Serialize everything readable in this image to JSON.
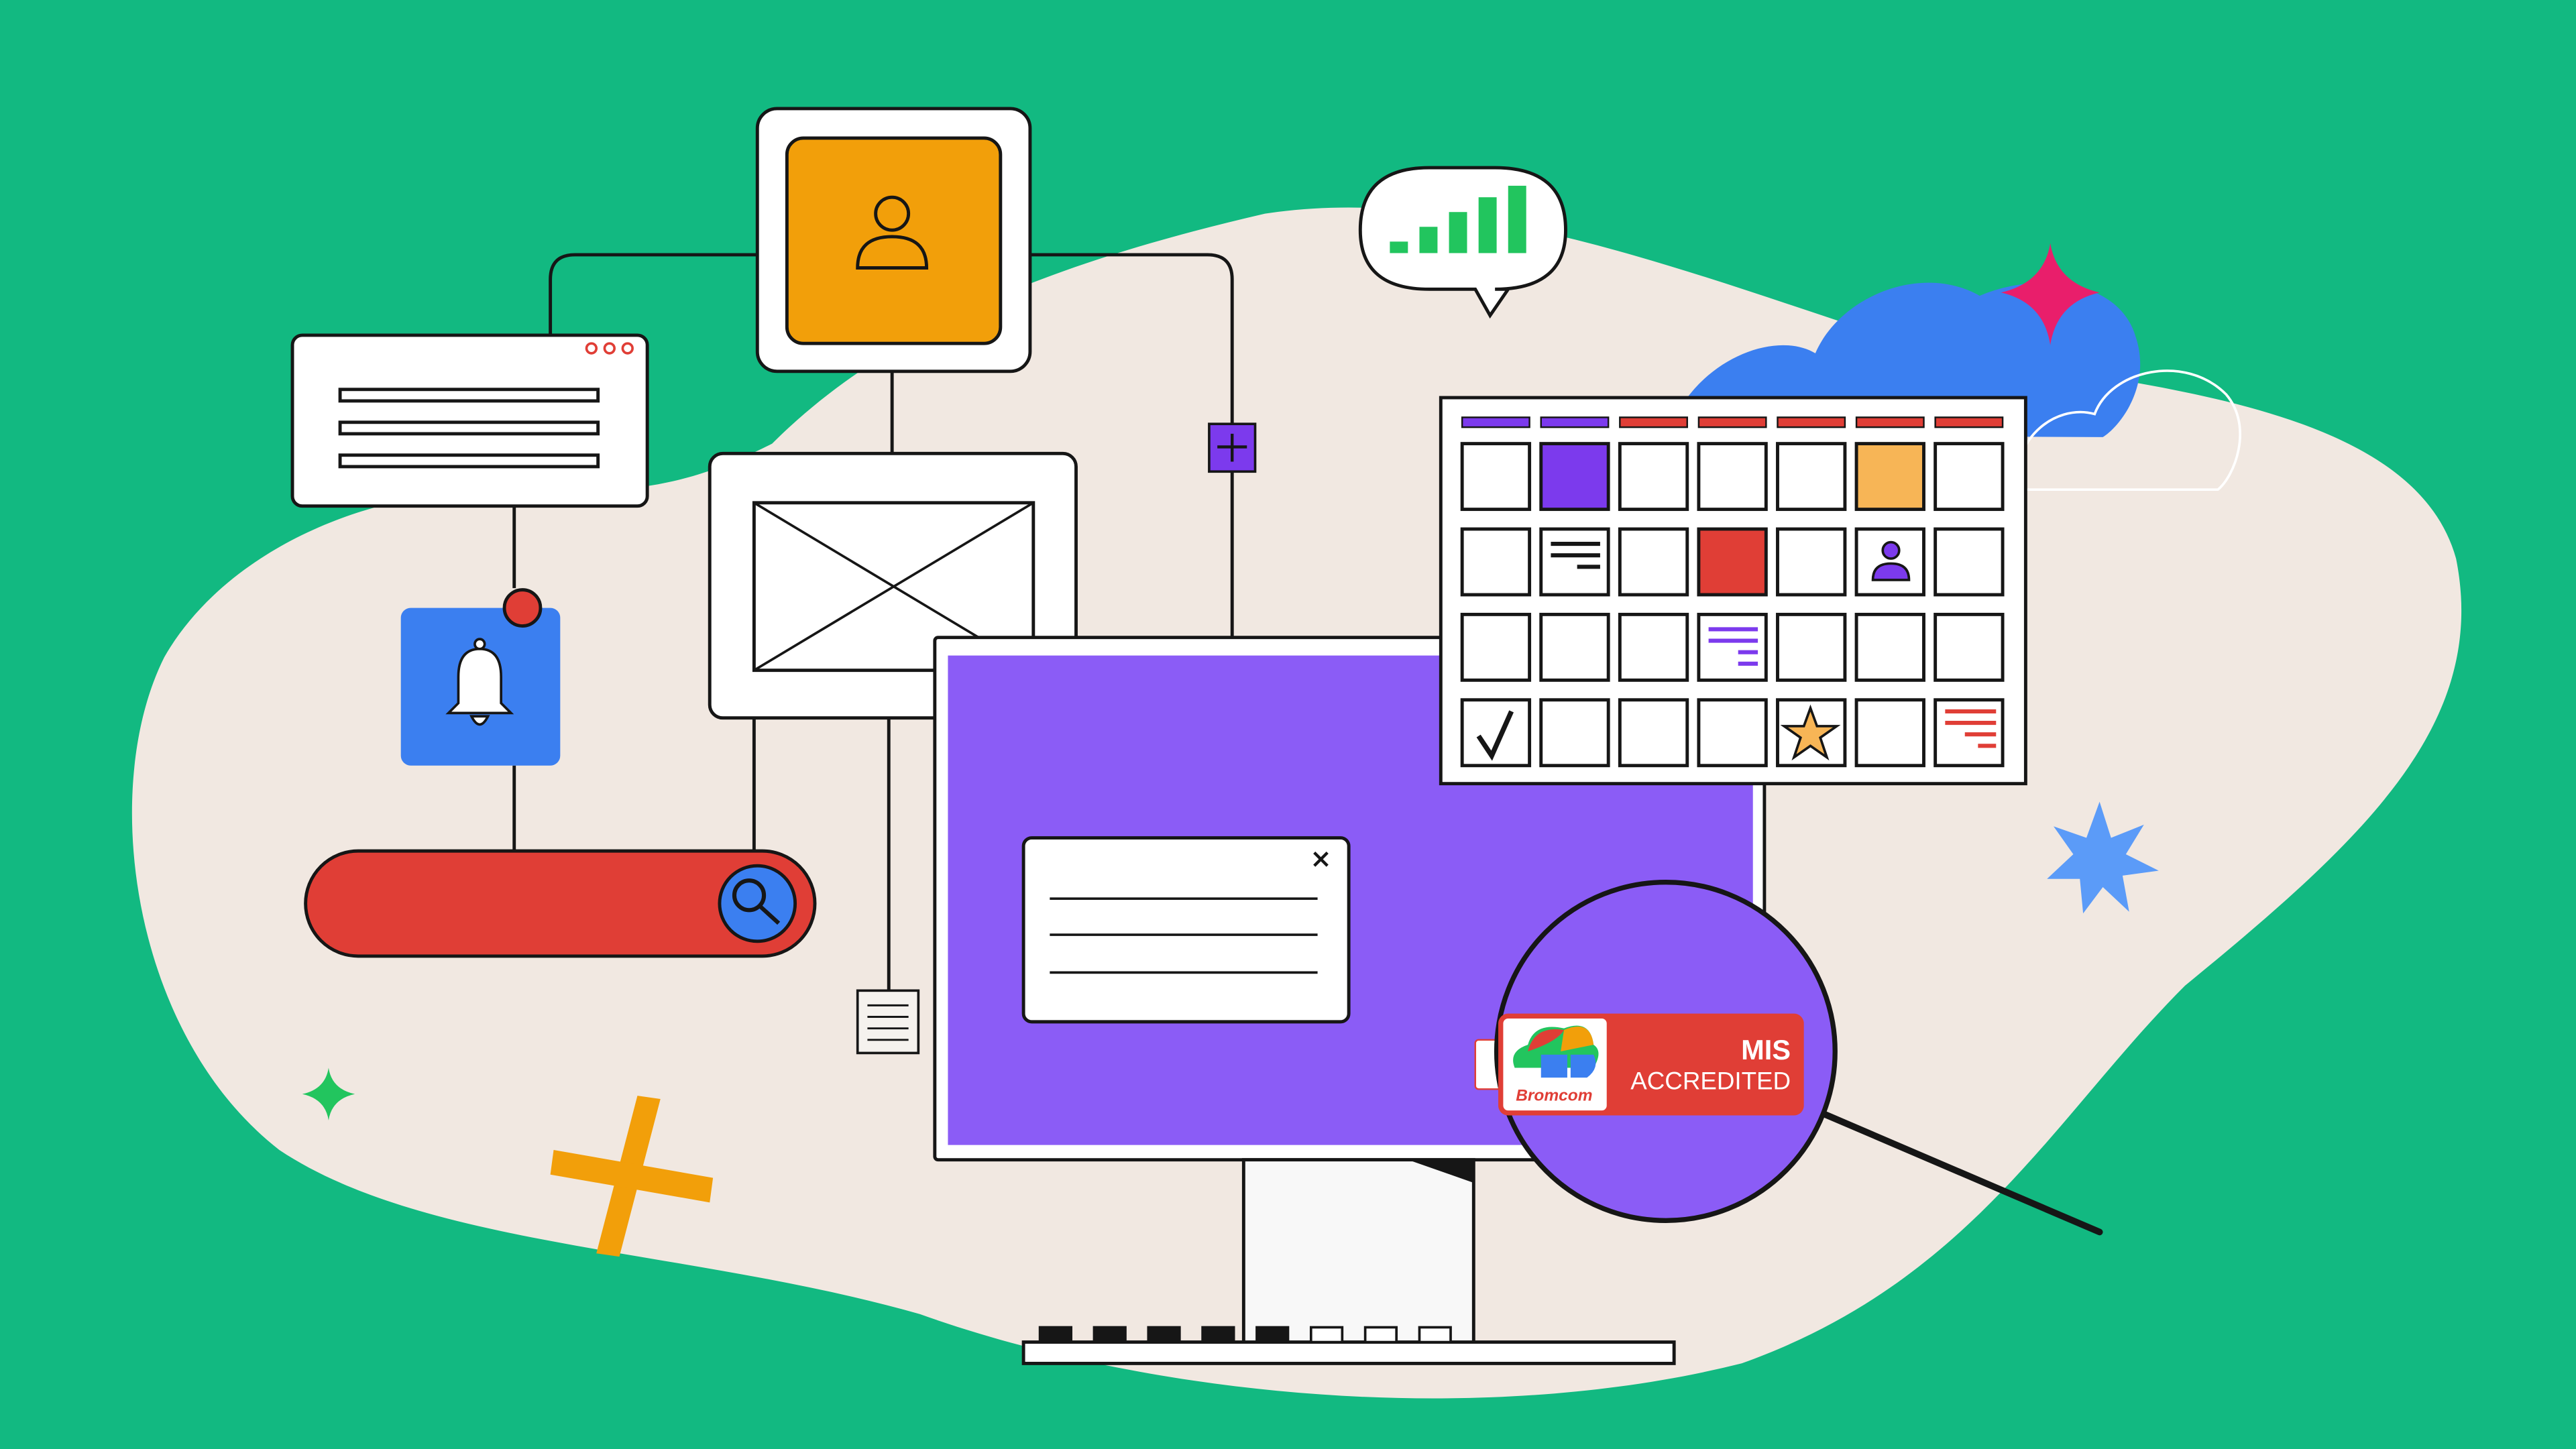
{
  "badge": {
    "brand": "Bromcom",
    "line1": "MIS",
    "line2": "ACCREDITED"
  },
  "colors": {
    "background": "#12b981",
    "blob": "#f1e8e1",
    "purple": "#8b5cf6",
    "orange": "#f29f0a",
    "red": "#e03e36",
    "blue": "#3b7ff0",
    "ink": "#161616"
  },
  "icons": [
    "user-icon",
    "bell-icon",
    "search-icon",
    "close-icon",
    "plus-icon",
    "signal-bars-icon",
    "star-icon",
    "check-icon",
    "sparkle-icon",
    "cloud-icon",
    "magnifier-icon",
    "document-icon"
  ]
}
